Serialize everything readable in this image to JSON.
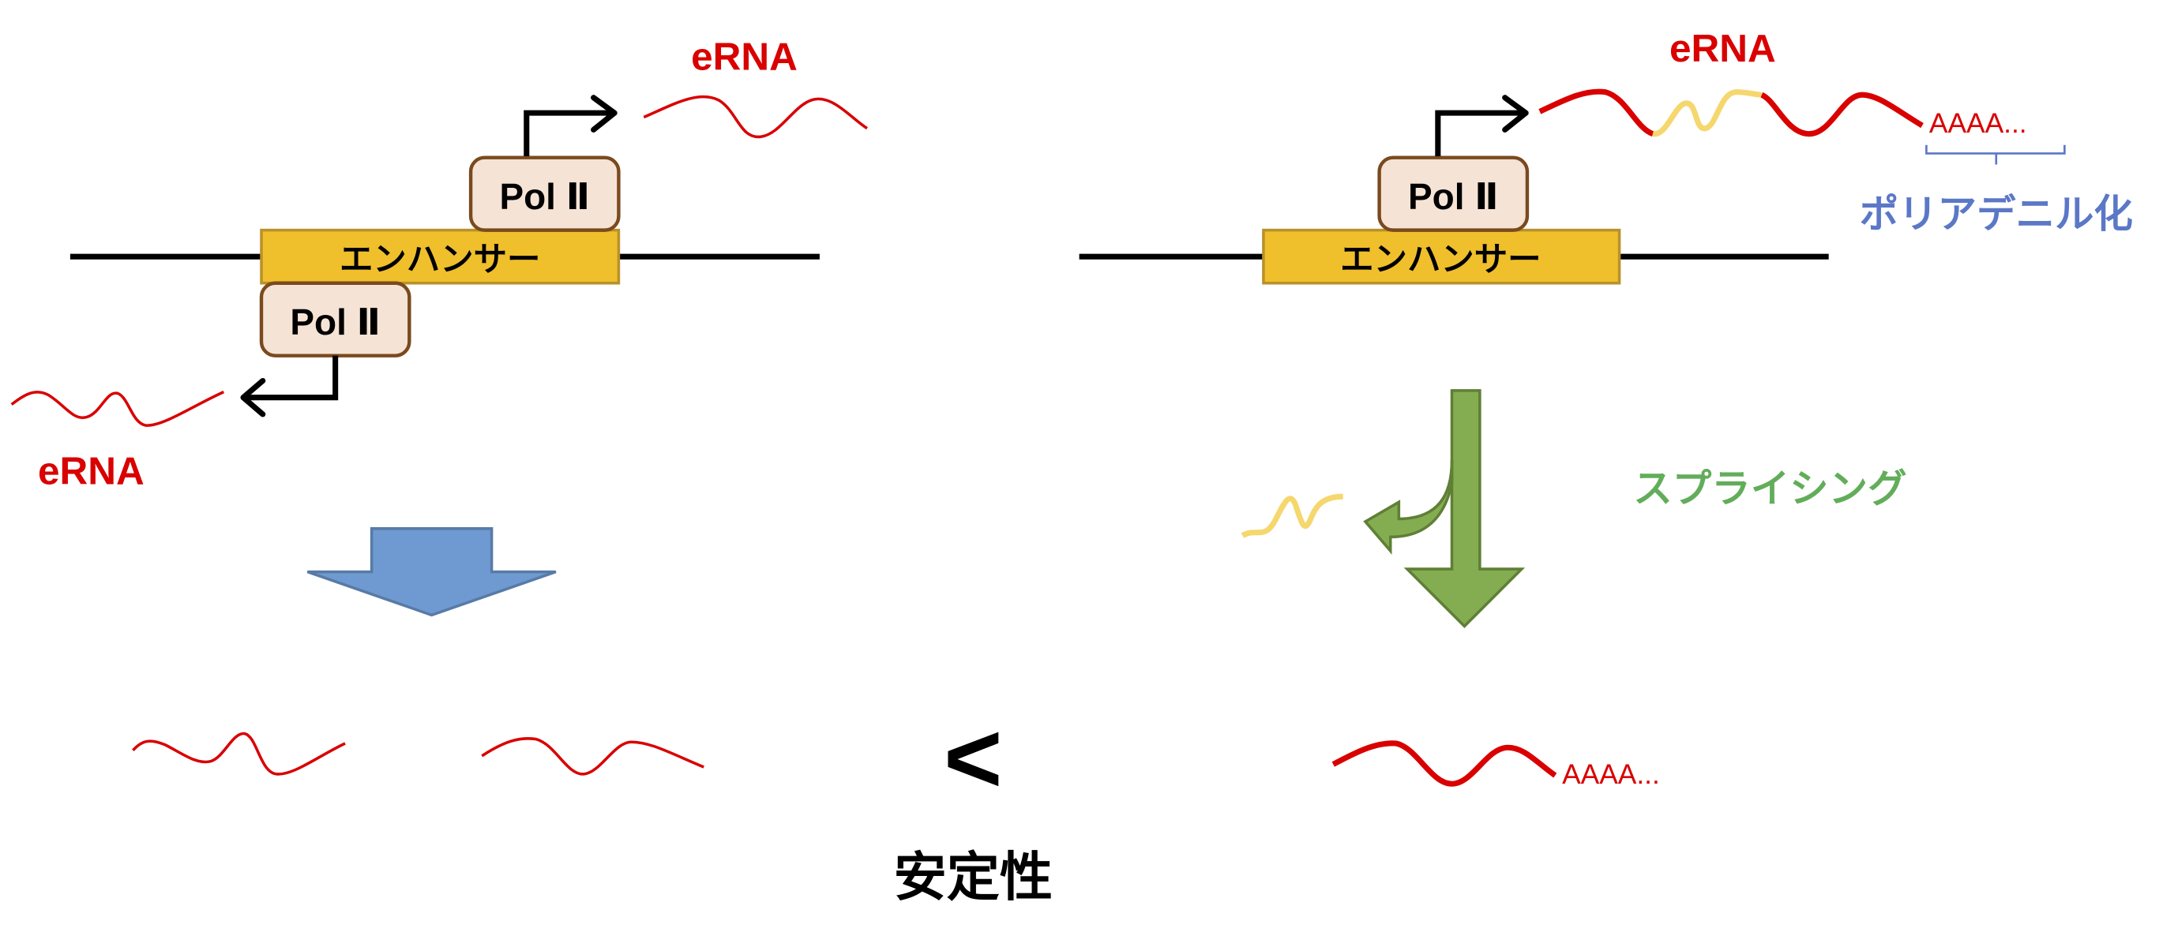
{
  "colors": {
    "rna_red": "#d90000",
    "intron_yellow": "#f5d76e",
    "enhancer_fill": "#efbf2c",
    "enhancer_border": "#b8912a",
    "polii_fill": "#f5e3d6",
    "polii_border": "#7a4a1e",
    "blue_arrow": "#6f9ad1",
    "green_arrow": "#84ad51",
    "polyA_label": "#5b78c7",
    "splicing_label": "#62ad5a"
  },
  "left_panel": {
    "enhancer_label": "エンハンサー",
    "pol_upper": "Pol Ⅱ",
    "pol_lower": "Pol Ⅱ",
    "erna_upper": "eRNA",
    "erna_lower": "eRNA"
  },
  "right_panel": {
    "enhancer_label": "エンハンサー",
    "pol": "Pol Ⅱ",
    "erna": "eRNA",
    "polyA_tail": "AAAA...",
    "polyadenylation_label": "ポリアデニル化",
    "splicing_label": "スプライシング"
  },
  "bottom": {
    "comparison_symbol": "<",
    "stability_label": "安定性",
    "mature_polyA_tail": "AAAA..."
  }
}
